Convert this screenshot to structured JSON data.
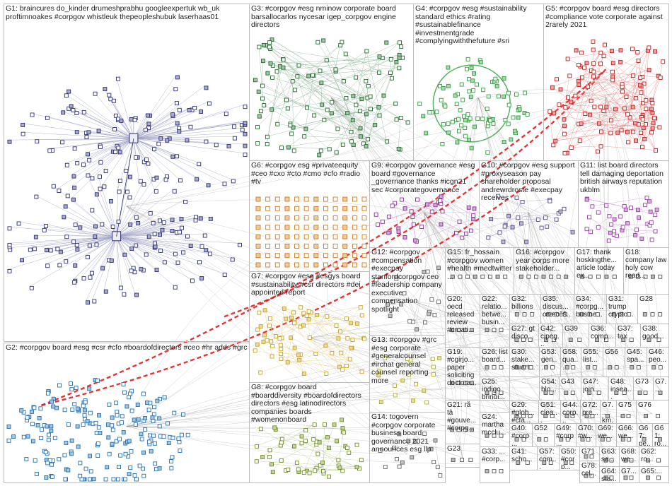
{
  "groups": [
    {
      "id": "G1",
      "label": "G1: braincures do_kinder drumeshprabhu googleexpertuk wb_uk proftimnoakes #corpgov whistleuk thepeopleshubuk laserhaas01",
      "color": "#2c2f7a",
      "seed": 1,
      "count": 240,
      "edge_density": 1.0
    },
    {
      "id": "G2",
      "label": "G2: #corpgov board #esg #csr #cfo #boardofdirectors #ceo #hr adds #grc",
      "color": "#1f6fb4",
      "seed": 2,
      "count": 200,
      "edge_density": 1.0
    },
    {
      "id": "G3",
      "label": "G3: #corpgov #esg nminow corporate board barsallocarlos nycesar igep_corpgov engine directors",
      "color": "#1f6b2a",
      "seed": 3,
      "count": 120,
      "edge_density": 0.8
    },
    {
      "id": "G4",
      "label": "G4: #corpgov #esg #sustainability standard ethics #rating #sustainablefinance #investmentgrade #complyingwiththefuture #sri",
      "color": "#2e9e3a",
      "seed": 4,
      "count": 90,
      "edge_density": 1.0
    },
    {
      "id": "G5",
      "label": "G5: #corpgov board #esg directors #compliance vote corporate against 2rarely 2021",
      "color": "#c41e1e",
      "seed": 5,
      "count": 120,
      "edge_density": 1.0
    },
    {
      "id": "G6",
      "label": "G6: #corpgov esg #privateequity #ceo #cxo #cto #cmo #cfo #radio #tv",
      "color": "#d07a1c",
      "seed": 6,
      "count": 100,
      "edge_density": 0.1
    },
    {
      "id": "G7",
      "label": "G7: #corpgov #esg #esgys board #sustainability #csr directors #dei appointed report",
      "color": "#c9a21c",
      "seed": 7,
      "count": 70,
      "edge_density": 0.8
    },
    {
      "id": "G8",
      "label": "G8: #corpgov board #boarddiversity #boardofdirectors directors #esg latinodirectors companies boards #womenonboard",
      "color": "#6f8f1f",
      "seed": 8,
      "count": 60,
      "edge_density": 0.5
    },
    {
      "id": "G9",
      "label": "G9: #corpgov governance #esg board #governance _governance thanks #icgn21 sec #corporategovernance",
      "color": "#8a2d9a",
      "seed": 9,
      "count": 40,
      "edge_density": 0.6
    },
    {
      "id": "G10",
      "label": "G10: #corpgov #esg support #proxyseason pay shareholder proposal andrewrdroste #execpay receives",
      "color": "#5a4a8a",
      "seed": 10,
      "count": 25,
      "edge_density": 0.6
    },
    {
      "id": "G11",
      "label": "G11: list board directors tell damaging deportation british airways reputation ukblm",
      "color": "#9a3aa8",
      "seed": 11,
      "count": 40,
      "edge_density": 0.4
    },
    {
      "id": "G12",
      "label": "G12: #corpgov #compensation #execpay stanfordcorpgov ceo #leadership company executive compensation spotlight",
      "color": "#666666",
      "seed": 12,
      "count": 20,
      "edge_density": 0.3
    },
    {
      "id": "G13",
      "label": "G13: #corpgov #grc #esg corporate #generalcounsel #irchat general counsel reporting more",
      "color": "#b0b020",
      "seed": 13,
      "count": 18,
      "edge_density": 0.3
    },
    {
      "id": "G14",
      "label": "G14: togovern #corpgov corporate business board governance 2021 announces esg llp",
      "color": "#666666",
      "seed": 14,
      "count": 16,
      "edge_density": 0.3
    },
    {
      "id": "G15",
      "label": "G15: fr_hossain #corpgov women #health #medtwitter ...",
      "color": "#555555",
      "seed": 15,
      "count": 8,
      "edge_density": 0.3
    },
    {
      "id": "G16",
      "label": "G16: #corpgov year corps more stakeholder...",
      "color": "#555555",
      "seed": 16,
      "count": 8,
      "edge_density": 0.3
    },
    {
      "id": "G17",
      "label": "G17: thank hoskingthe... article today ex...",
      "color": "#555555",
      "seed": 17,
      "count": 6,
      "edge_density": 0.3
    },
    {
      "id": "G18",
      "label": "G18: company law holy cow read...",
      "color": "#555555",
      "seed": 18,
      "count": 6,
      "edge_density": 0.3
    },
    {
      "id": "G19",
      "label": "G19: #cgirjo... paper soliciting doctora...",
      "color": "#555555",
      "seed": 19,
      "count": 6,
      "edge_density": 0.3
    },
    {
      "id": "G20",
      "label": "G20: oecd released review #croati...",
      "color": "#555555",
      "seed": 20,
      "count": 5,
      "edge_density": 0.3
    },
    {
      "id": "G21",
      "label": "G21: rå tâ #gouve... #corpg...",
      "color": "#555555",
      "seed": 21,
      "count": 5,
      "edge_density": 0.3
    },
    {
      "id": "G22",
      "label": "G22: relatio... betwe... busin...",
      "color": "#555555",
      "seed": 22,
      "count": 4,
      "edge_density": 0.3
    },
    {
      "id": "G23",
      "label": "G23",
      "color": "#555555",
      "seed": 23,
      "count": 3,
      "edge_density": 0.3
    },
    {
      "id": "G24",
      "label": "G24: martha mcclu...",
      "color": "#555555",
      "seed": 24,
      "count": 3,
      "edge_density": 0.3
    },
    {
      "id": "G25",
      "label": "G25: indigo bringi...",
      "color": "#555555",
      "seed": 25,
      "count": 3,
      "edge_density": 0.3
    },
    {
      "id": "G26",
      "label": "G26: list board...",
      "color": "#555555",
      "seed": 26,
      "count": 3,
      "edge_density": 0.3
    },
    {
      "id": "G27",
      "label": "G27: gt disco...",
      "color": "#555555",
      "seed": 27,
      "count": 3,
      "edge_density": 0.3
    },
    {
      "id": "G28",
      "label": "G28",
      "color": "#555555",
      "seed": 28,
      "count": 3,
      "edge_density": 0.3
    },
    {
      "id": "G29",
      "label": "G29: #glob... #cfa...",
      "color": "#555555",
      "seed": 29,
      "count": 3,
      "edge_density": 0.3
    },
    {
      "id": "G30",
      "label": "G30: stake... stuart...",
      "color": "#555555",
      "seed": 30,
      "count": 3,
      "edge_density": 0.3
    },
    {
      "id": "G31",
      "label": "G31: trump crypto...",
      "color": "#555555",
      "seed": 31,
      "count": 3,
      "edge_density": 0.3
    },
    {
      "id": "G32",
      "label": "G32: billions",
      "color": "#555555",
      "seed": 32,
      "count": 3,
      "edge_density": 0.3
    },
    {
      "id": "G33",
      "label": "G33: ... #corp...",
      "color": "#555555",
      "seed": 33,
      "count": 3,
      "edge_density": 0.3
    },
    {
      "id": "G34",
      "label": "G34: #corpg... busine...",
      "color": "#555555",
      "seed": 34,
      "count": 3,
      "edge_density": 0.3
    },
    {
      "id": "G35",
      "label": "G35: discus... œæcêš...",
      "color": "#555555",
      "seed": 35,
      "count": 3,
      "edge_density": 0.3
    },
    {
      "id": "G36",
      "label": "G36: comp...",
      "color": "#555555",
      "seed": 36,
      "count": 2,
      "edge_density": 0.3
    },
    {
      "id": "G37",
      "label": "G37: tax",
      "color": "#555555",
      "seed": 37,
      "count": 2,
      "edge_density": 0.3
    },
    {
      "id": "G38",
      "label": "G38: good...",
      "color": "#555555",
      "seed": 38,
      "count": 2,
      "edge_density": 0.3
    },
    {
      "id": "G39",
      "label": "G39",
      "color": "#555555",
      "seed": 39,
      "count": 2,
      "edge_density": 0.3
    },
    {
      "id": "G40",
      "label": "G40: #corp...",
      "color": "#555555",
      "seed": 40,
      "count": 2,
      "edge_density": 0.3
    },
    {
      "id": "G41",
      "label": "G41: scho...",
      "color": "#555555",
      "seed": 41,
      "count": 2,
      "edge_density": 0.3
    },
    {
      "id": "G42",
      "label": "G42: cipeg...",
      "color": "#555555",
      "seed": 42,
      "count": 2,
      "edge_density": 0.3
    },
    {
      "id": "G43",
      "label": "G43",
      "color": "#555555",
      "seed": 43,
      "count": 2,
      "edge_density": 0.3
    },
    {
      "id": "G44",
      "label": "G44: corp...",
      "color": "#555555",
      "seed": 44,
      "count": 2,
      "edge_density": 0.3
    },
    {
      "id": "G45",
      "label": "G45: spa...",
      "color": "#555555",
      "seed": 45,
      "count": 2,
      "edge_density": 0.3
    },
    {
      "id": "G46",
      "label": "G46: peo...",
      "color": "#555555",
      "seed": 46,
      "count": 2,
      "edge_density": 0.3
    },
    {
      "id": "G47",
      "label": "G47: join...",
      "color": "#555555",
      "seed": 47,
      "count": 2,
      "edge_density": 0.3
    },
    {
      "id": "G48",
      "label": "G48: insea...",
      "color": "#555555",
      "seed": 48,
      "count": 2,
      "edge_density": 0.3
    },
    {
      "id": "G49",
      "label": "G49: #corp...",
      "color": "#555555",
      "seed": 49,
      "count": 2,
      "edge_density": 0.3
    },
    {
      "id": "G50",
      "label": "G50: #corp...",
      "color": "#555555",
      "seed": 50,
      "count": 2,
      "edge_density": 0.3
    },
    {
      "id": "G51",
      "label": "G51: clea...",
      "color": "#555555",
      "seed": 51,
      "count": 2,
      "edge_density": 0.3
    },
    {
      "id": "G52",
      "label": "G52",
      "color": "#555555",
      "seed": 52,
      "count": 2,
      "edge_density": 0.3
    },
    {
      "id": "G53",
      "label": "G53: gen...",
      "color": "#555555",
      "seed": 53,
      "count": 2,
      "edge_density": 0.3
    },
    {
      "id": "G54",
      "label": "G54: blo...",
      "color": "#555555",
      "seed": 54,
      "count": 2,
      "edge_density": 0.3
    },
    {
      "id": "G55",
      "label": "G55: list...",
      "color": "#555555",
      "seed": 55,
      "count": 2,
      "edge_density": 0.3
    },
    {
      "id": "G56",
      "label": "G56",
      "color": "#555555",
      "seed": 56,
      "count": 2,
      "edge_density": 0.3
    },
    {
      "id": "G57",
      "label": "G57: com...",
      "color": "#555555",
      "seed": 57,
      "count": 2,
      "edge_density": 0.3
    },
    {
      "id": "G58",
      "label": "G58: qua...",
      "color": "#555555",
      "seed": 58,
      "count": 2,
      "edge_density": 0.3
    },
    {
      "id": "G61",
      "label": "G61: ro...",
      "color": "#555555",
      "seed": 61,
      "count": 2,
      "edge_density": 0.3
    },
    {
      "id": "G62",
      "label": "G62: ro...",
      "color": "#555555",
      "seed": 62,
      "count": 2,
      "edge_density": 0.3
    },
    {
      "id": "G63",
      "label": "G63: sa...",
      "color": "#555555",
      "seed": 63,
      "count": 2,
      "edge_density": 0.3
    },
    {
      "id": "G64",
      "label": "G64: sta...",
      "color": "#555555",
      "seed": 64,
      "count": 2,
      "edge_density": 0.3
    },
    {
      "id": "G65",
      "label": "G65:...",
      "color": "#555555",
      "seed": 65,
      "count": 2,
      "edge_density": 0.3
    },
    {
      "id": "G66",
      "label": "G66: we...",
      "color": "#555555",
      "seed": 66,
      "count": 2,
      "edge_density": 0.3
    },
    {
      "id": "G67",
      "label": "G67: pe...",
      "color": "#555555",
      "seed": 67,
      "count": 2,
      "edge_density": 0.3
    },
    {
      "id": "G68",
      "label": "G68: we...",
      "color": "#555555",
      "seed": 68,
      "count": 2,
      "edge_density": 0.3
    },
    {
      "id": "G69",
      "label": "G69: we...",
      "color": "#555555",
      "seed": 69,
      "count": 2,
      "edge_density": 0.3
    },
    {
      "id": "G70",
      "label": "G70: #w...",
      "color": "#555555",
      "seed": 70,
      "count": 2,
      "edge_density": 0.3
    },
    {
      "id": "G71",
      "label": "G71",
      "color": "#555555",
      "seed": 71,
      "count": 2,
      "edge_density": 0.3
    },
    {
      "id": "G72",
      "label": "G72: pre...",
      "color": "#555555",
      "seed": 72,
      "count": 2,
      "edge_density": 0.3
    },
    {
      "id": "G73",
      "label": "G73",
      "color": "#555555",
      "seed": 73,
      "count": 2,
      "edge_density": 0.3
    },
    {
      "id": "G74",
      "label": "G7...",
      "color": "#555555",
      "seed": 74,
      "count": 2,
      "edge_density": 0.3
    },
    {
      "id": "G75",
      "label": "G75",
      "color": "#555555",
      "seed": 75,
      "count": 2,
      "edge_density": 0.3
    },
    {
      "id": "G76",
      "label": "G76",
      "color": "#555555",
      "seed": 76,
      "count": 2,
      "edge_density": 0.3
    },
    {
      "id": "G77",
      "label": "G7... km...",
      "color": "#555555",
      "seed": 77,
      "count": 2,
      "edge_density": 0.3
    },
    {
      "id": "G78",
      "label": "G78: cel...",
      "color": "#555555",
      "seed": 78,
      "count": 2,
      "edge_density": 0.3
    },
    {
      "id": "G79",
      "label": "G7...",
      "color": "#555555",
      "seed": 79,
      "count": 2,
      "edge_density": 0.3
    }
  ],
  "styles": {
    "edge_color": "#9a9a9a",
    "box_border": "#bdbdbd",
    "highlight_edge": "#e01010"
  }
}
